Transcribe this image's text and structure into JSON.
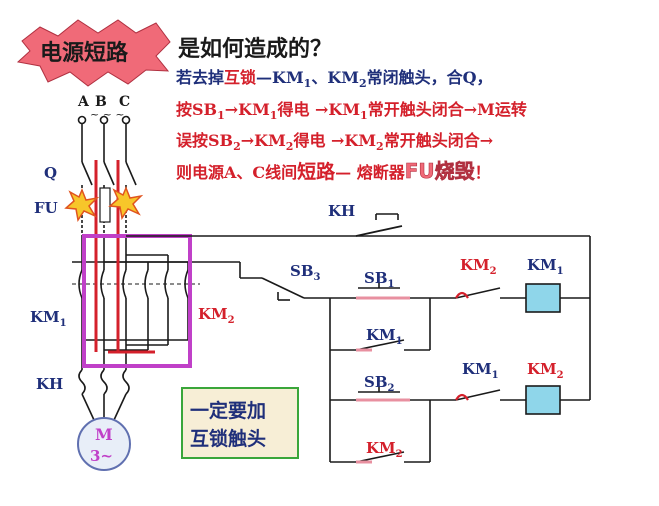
{
  "title": {
    "burst_text": "电源短路",
    "question": "是如何造成的？"
  },
  "explanation": {
    "line1_a": "若去掉",
    "line1_b": "互锁",
    "line1_c": "—KM",
    "line1_sub1": "1",
    "line1_d": "、KM",
    "line1_sub2": "2",
    "line1_e": "常闭触头，合Q，",
    "line2_a": "按SB",
    "line2_sub1": "1",
    "line2_b": "→KM",
    "line2_sub2": "1",
    "line2_c": "得电 →KM",
    "line2_sub3": "1",
    "line2_d": "常开触头闭合→M运转",
    "line3_a": "误按SB",
    "line3_sub1": "2",
    "line3_b": "→KM",
    "line3_sub2": "2",
    "line3_c": "得电 →KM",
    "line3_sub3": "2",
    "line3_d": "常开触头闭合→",
    "line4_a": "则电源A、C线间",
    "line4_b": "短路",
    "line4_c": "— 熔断器",
    "line4_d": "FU烧毁",
    "line4_e": "！"
  },
  "phase_labels": {
    "a": "A",
    "b": "B",
    "c": "C"
  },
  "component_labels": {
    "q": "Q",
    "fu": "FU",
    "km1_main": "KM",
    "km1_main_sub": "1",
    "km2_main": "KM",
    "km2_main_sub": "2",
    "kh_main": "KH",
    "motor_m": "M",
    "motor_3": "3~",
    "kh_ctrl": "KH",
    "sb3": "SB",
    "sb3_sub": "3",
    "sb1": "SB",
    "sb1_sub": "1",
    "km1_hold": "KM",
    "km1_hold_sub": "1",
    "km2_nc": "KM",
    "km2_nc_sub": "2",
    "km1_coil": "KM",
    "km1_coil_sub": "1",
    "sb2": "SB",
    "sb2_sub": "2",
    "km2_hold": "KM",
    "km2_hold_sub": "2",
    "km1_nc": "KM",
    "km1_nc_sub": "1",
    "km2_coil": "KM",
    "km2_coil_sub": "2"
  },
  "note_box": {
    "line1": "一定要加",
    "line2": "互锁触头"
  },
  "colors": {
    "wire": "#1a1a1a",
    "label_blue": "#1f2f7a",
    "label_red": "#d4202b",
    "magenta": "#c040c8",
    "coil_fill": "#8fd6ea",
    "pink_contact": "#e890a0",
    "burst_fill": "#f06a78",
    "note_fill": "#f7eed6",
    "note_border": "#3aa63a",
    "spark": "#f7c62a"
  }
}
